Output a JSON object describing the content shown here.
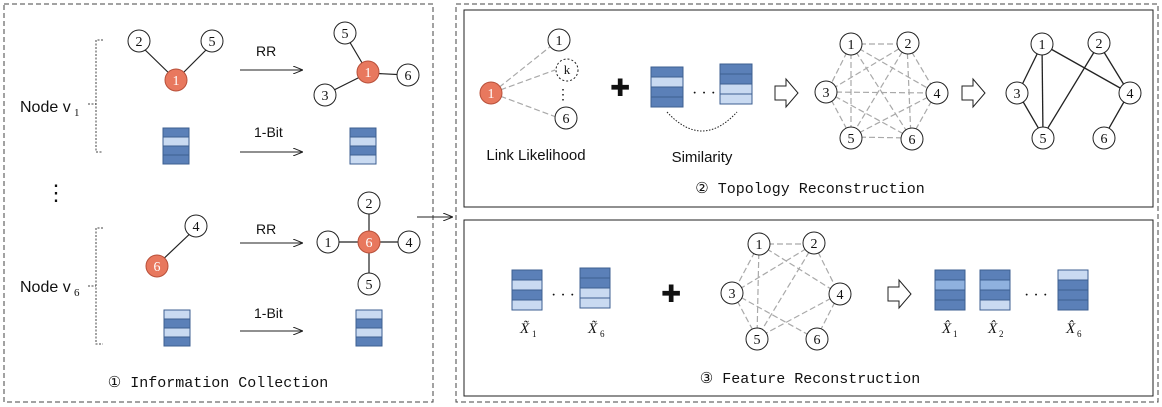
{
  "colors": {
    "node_highlight": "#e8785e",
    "node_highlight_stroke": "#b8503a",
    "feature_dark": "#5b80b8",
    "feature_light": "#c9daf1",
    "feature_border": "#3d5f91",
    "panel_border": "#444444",
    "dashed_edge": "#a9a9a9",
    "solid_edge": "#222222"
  },
  "panel1": {
    "title": "① Information Collection",
    "node_v1_label": "Node v",
    "node_v1_sub": "1",
    "node_v6_label": "Node v",
    "node_v6_sub": "6",
    "ellipsis": "⋮",
    "arrow_rr_top": "RR",
    "arrow_1bit_top": "1-Bit",
    "arrow_rr_bottom": "RR",
    "arrow_1bit_bottom": "1-Bit",
    "nodes": {
      "n1": "1",
      "n2": "2",
      "n3": "3",
      "n4": "4",
      "n5": "5",
      "n6": "6"
    }
  },
  "panel2": {
    "title": "② Topology Reconstruction",
    "link_likelihood_label": "Link Likelihood",
    "similarity_label": "Similarity",
    "dots": "· · ·",
    "k_label": "k",
    "vdots": "⋮",
    "plus": "✚",
    "nodes": {
      "n1": "1",
      "n2": "2",
      "n3": "3",
      "n4": "4",
      "n5": "5",
      "n6": "6"
    }
  },
  "panel3": {
    "title": "③ Feature Reconstruction",
    "x_tilde_1": "X̃",
    "x_tilde_1_sub": "1",
    "x_tilde_6": "X̃",
    "x_tilde_6_sub": "6",
    "x_hat_1": "X̂",
    "x_hat_1_sub": "1",
    "x_hat_2": "X̂",
    "x_hat_2_sub": "2",
    "x_hat_6": "X̂",
    "x_hat_6_sub": "6",
    "dots": "· · ·",
    "plus": "✚",
    "nodes": {
      "n1": "1",
      "n2": "2",
      "n3": "3",
      "n4": "4",
      "n5": "5",
      "n6": "6"
    }
  }
}
